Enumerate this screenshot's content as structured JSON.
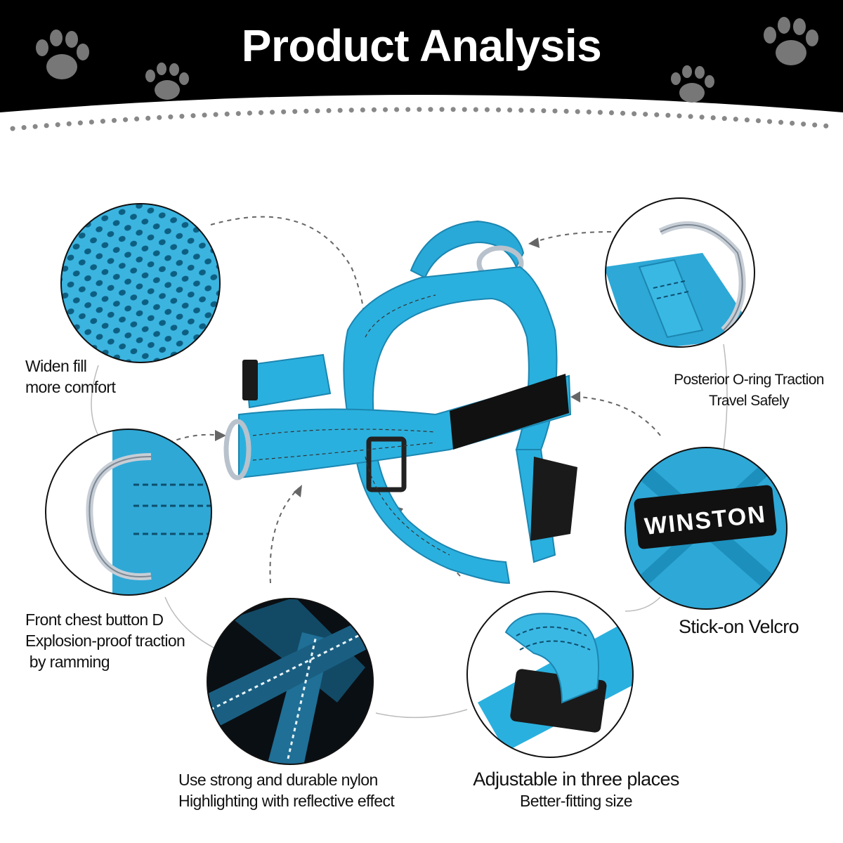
{
  "header": {
    "title": "Product Analysis"
  },
  "colors": {
    "banner": "#000000",
    "accent_blue": "#29a9d8",
    "mesh_blue": "#3bb4e0",
    "paw": "#7a7a7a",
    "dots": "#8a8a8a"
  },
  "features": {
    "mesh": {
      "icon": "mesh-fabric-icon",
      "lines": [
        "Widen fill",
        "more comfort"
      ]
    },
    "front_ring": {
      "icon": "d-ring-icon",
      "lines": [
        "Front chest button D",
        "Explosion-proof traction",
        " by ramming"
      ]
    },
    "nylon": {
      "icon": "reflective-strap-icon",
      "lines": [
        "Use strong and durable nylon",
        "Highlighting with reflective effect"
      ]
    },
    "adjust": {
      "icon": "slide-buckle-icon",
      "lines": [
        "Adjustable in three places",
        "Better-fitting size"
      ]
    },
    "velcro": {
      "icon": "name-patch-icon",
      "lines": [
        "Stick-on Velcro"
      ],
      "patch_text": "WINSTON"
    },
    "back_ring": {
      "icon": "o-ring-icon",
      "lines": [
        "Posterior O-ring Traction",
        "Travel Safely"
      ]
    }
  }
}
